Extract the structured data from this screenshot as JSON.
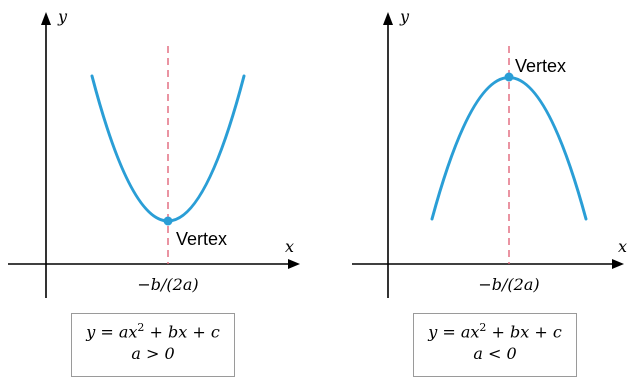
{
  "colors": {
    "curve": "#2a9ed6",
    "axis_of_symmetry": "#e2667a",
    "axes": "#000000"
  },
  "panels": [
    {
      "id": "upward",
      "y_axis_label": "y",
      "x_axis_label": "x",
      "vertex_label": "Vertex",
      "axis_tick_label": "−b/(2a)",
      "equation_lhs": "y = ax",
      "equation_exponent": "2",
      "equation_rhs": " + bx + c",
      "condition": "a > 0",
      "opens": "up"
    },
    {
      "id": "downward",
      "y_axis_label": "y",
      "x_axis_label": "x",
      "vertex_label": "Vertex",
      "axis_tick_label": "−b/(2a)",
      "equation_lhs": "y = ax",
      "equation_exponent": "2",
      "equation_rhs": " + bx + c",
      "condition": "a < 0",
      "opens": "down"
    }
  ]
}
